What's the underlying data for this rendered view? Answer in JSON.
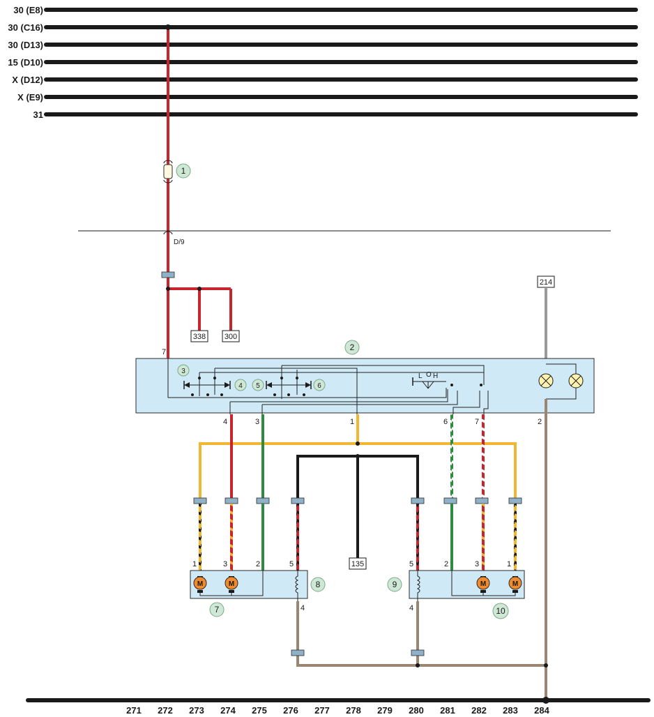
{
  "bus_lines": [
    {
      "label": "30 (E8)"
    },
    {
      "label": "30 (C16)"
    },
    {
      "label": "30 (D13)"
    },
    {
      "label": "15 (D10)"
    },
    {
      "label": "X (D12)"
    },
    {
      "label": "X (E9)"
    },
    {
      "label": "31"
    }
  ],
  "connector_label": "D/9",
  "references": {
    "r214": "214",
    "r338": "338",
    "r300": "300",
    "r135": "135"
  },
  "callouts": [
    "1",
    "2",
    "3",
    "4",
    "5",
    "6",
    "7",
    "8",
    "9",
    "10"
  ],
  "pins": {
    "p7": "7",
    "p4": "4",
    "p3": "3",
    "p1": "1",
    "p6": "6",
    "p7b": "7",
    "p2": "2",
    "m7_1": "1",
    "m7_3": "3",
    "m7_2": "2",
    "m8_5": "5",
    "m8_4": "4",
    "m9_5": "5",
    "m9_4": "4",
    "m10_2": "2",
    "m10_3": "3",
    "m10_1": "1"
  },
  "switch_positions": {
    "l": "L",
    "o": "O",
    "h": "H"
  },
  "motor_label": "M",
  "grid_numbers": [
    "271",
    "272",
    "273",
    "274",
    "275",
    "276",
    "277",
    "278",
    "279",
    "280",
    "281",
    "282",
    "283",
    "284"
  ],
  "colors": {
    "red": "#c8262c",
    "yellow": "#f2b632",
    "green": "#2e8b3f",
    "brown": "#9b8672",
    "black": "#1a1a1a",
    "grey": "#9a9a9a",
    "box_fill": "#cfe9f7"
  }
}
